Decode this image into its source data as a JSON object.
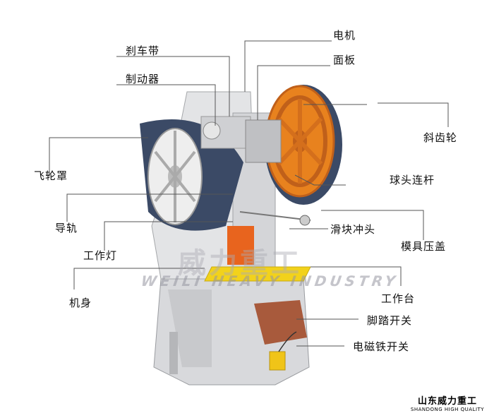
{
  "labels": {
    "motor": "电机",
    "brake_belt": "刹车带",
    "panel": "面板",
    "brake": "制动器",
    "bevel_gear": "斜齿轮",
    "flywheel_cover": "飞轮罩",
    "ball_connecting_rod": "球头连杆",
    "guide_rail": "导轨",
    "slider_punch": "滑块冲头",
    "die_cover": "模具压盖",
    "work_lamp": "工作灯",
    "body": "机身",
    "worktable": "工作台",
    "foot_switch": "脚踏开关",
    "electromagnetic_switch": "电磁铁开关"
  },
  "watermark": {
    "cn": "威力重工",
    "en": "WEILI HEAVY INDUSTRY"
  },
  "brand": {
    "cn": "山东威力重工",
    "en": "SHANDONG HIGH QUALITY"
  },
  "colors": {
    "machine_gray": "#dcdde0",
    "gear_orange": "#e8821e",
    "flywheel_blue": "#3b4a66",
    "table_yellow": "#f2d21b",
    "slider_orange": "#e8641e",
    "leader_line": "#555555"
  }
}
